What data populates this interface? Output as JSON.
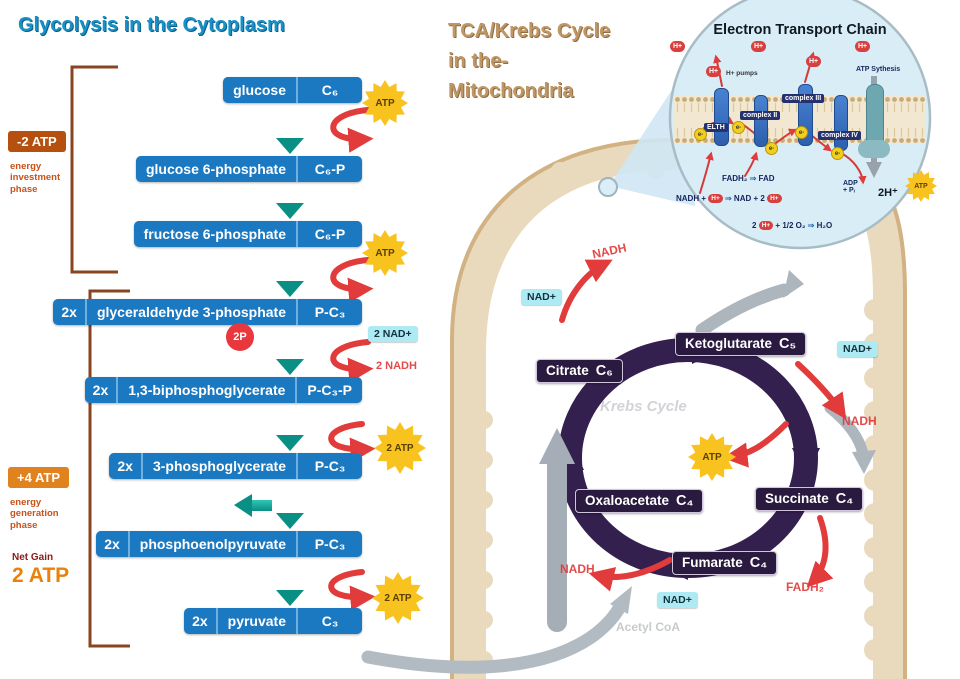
{
  "titles": {
    "glycolysis": "Glycolysis in the Cytoplasm",
    "mito_line1": "TCA/Krebs Cycle",
    "mito_line2": "in the-",
    "mito_line3": "Mitochondria"
  },
  "glycolysis": {
    "steps": [
      {
        "qty": "",
        "name": "glucose",
        "formula": "C₆"
      },
      {
        "qty": "",
        "name": "glucose 6-phosphate",
        "formula": "C₆-P"
      },
      {
        "qty": "",
        "name": "fructose 6-phosphate",
        "formula": "C₆-P"
      },
      {
        "qty": "2x",
        "name": "glyceraldehyde 3-phosphate",
        "formula": "P-C₃"
      },
      {
        "qty": "2x",
        "name": "1,3-biphosphoglycerate",
        "formula": "P-C₃-P"
      },
      {
        "qty": "2x",
        "name": "3-phosphoglycerate",
        "formula": "P-C₃"
      },
      {
        "qty": "2x",
        "name": "phosphoenolpyruvate",
        "formula": "P-C₃"
      },
      {
        "qty": "2x",
        "name": "pyruvate",
        "formula": "C₃"
      }
    ],
    "atp_in_1": "ATP",
    "atp_in_2": "ATP",
    "atp_out_1": "2 ATP",
    "atp_out_2": "2 ATP",
    "nad_label": "2 NAD+",
    "nadh_label": "2 NADH",
    "p2_label": "2P",
    "invest_box": "-2 ATP",
    "invest_note": "energy\ninvestment\nphase",
    "payoff_box": "+4 ATP",
    "payoff_note": "energy\ngeneration\nphase",
    "net_label": "Net Gain",
    "net_value": "2 ATP"
  },
  "krebs": {
    "center_label": "Krebs Cycle",
    "acetyl": "Acetyl CoA",
    "metabolites": [
      {
        "name": "Citrate",
        "formula": "C₆"
      },
      {
        "name": "Ketoglutarate",
        "formula": "C₅"
      },
      {
        "name": "Succinate",
        "formula": "C₄"
      },
      {
        "name": "Fumarate",
        "formula": "C₄"
      },
      {
        "name": "Oxaloacetate",
        "formula": "C₄"
      }
    ],
    "nad1": "NAD+",
    "nad2": "NAD+",
    "nad3": "NAD+",
    "nadh1": "NADH",
    "nadh2": "NADH",
    "nadh3": "NADH",
    "fadh2": "FADH₂",
    "atp": "ATP"
  },
  "etc": {
    "title": "Electron Transport Chain",
    "complexes": [
      "ELTH",
      "complex II",
      "complex III",
      "complex IV"
    ],
    "atp_synthesis": "ATP Sythesis",
    "h_pumps": "H+ pumps",
    "hplus": "H+",
    "fadh_rx": {
      "a": "FADH₂",
      "arrow": "⇒",
      "b": "FAD"
    },
    "nadh_rx": {
      "a": "NADH +",
      "h1": "H+",
      "arrow": "⇒",
      "b": "NAD + 2",
      "h2": "H+"
    },
    "o2_rx": {
      "a": "2",
      "h1": "H+",
      "b": "+ 1/2 O₂",
      "arrow": "⇒",
      "c": "H₂O"
    },
    "adp": "ADP\n+ Pᵢ",
    "two_h": "2H⁺",
    "atp": "ATP"
  }
}
